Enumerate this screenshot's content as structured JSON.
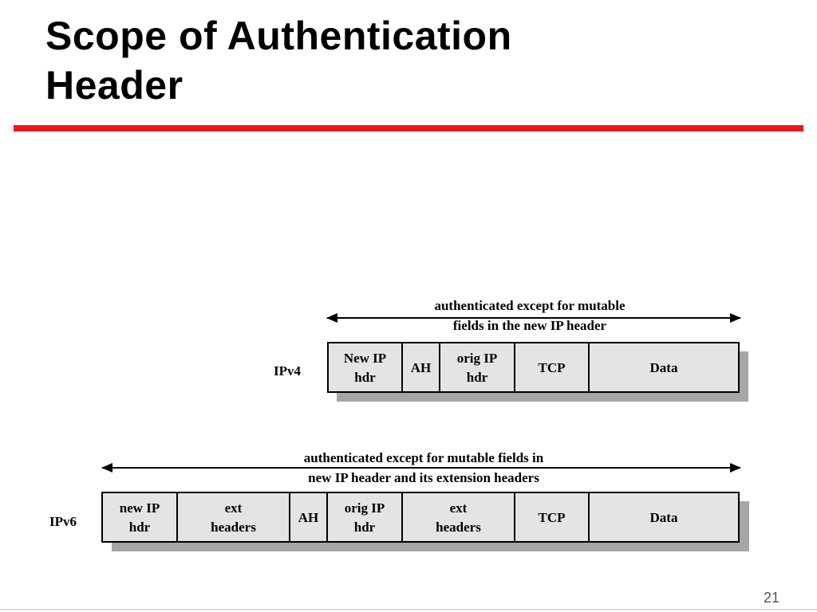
{
  "slide": {
    "title_line1": "Scope of Authentication",
    "title_line2": "Header",
    "page_number": "21",
    "accent_color": "#e8191c"
  },
  "ipv4": {
    "label": "IPv4",
    "scope_line1": "authenticated except for mutable",
    "scope_line2": "fields in the new IP header",
    "cells": [
      {
        "line1": "New IP",
        "line2": "hdr"
      },
      {
        "line1": "AH",
        "line2": ""
      },
      {
        "line1": "orig IP",
        "line2": "hdr"
      },
      {
        "line1": "TCP",
        "line2": ""
      },
      {
        "line1": "Data",
        "line2": ""
      }
    ]
  },
  "ipv6": {
    "label": "IPv6",
    "scope_line1": "authenticated except for mutable fields in",
    "scope_line2": "new IP header and its extension headers",
    "cells": [
      {
        "line1": "new IP",
        "line2": "hdr"
      },
      {
        "line1": "ext",
        "line2": "headers"
      },
      {
        "line1": "AH",
        "line2": ""
      },
      {
        "line1": "orig IP",
        "line2": "hdr"
      },
      {
        "line1": "ext",
        "line2": "headers"
      },
      {
        "line1": "TCP",
        "line2": ""
      },
      {
        "line1": "Data",
        "line2": ""
      }
    ]
  },
  "colors": {
    "cell_fill": "#e4e4e4",
    "shadow": "#a6a6a6",
    "outline": "#000000"
  }
}
